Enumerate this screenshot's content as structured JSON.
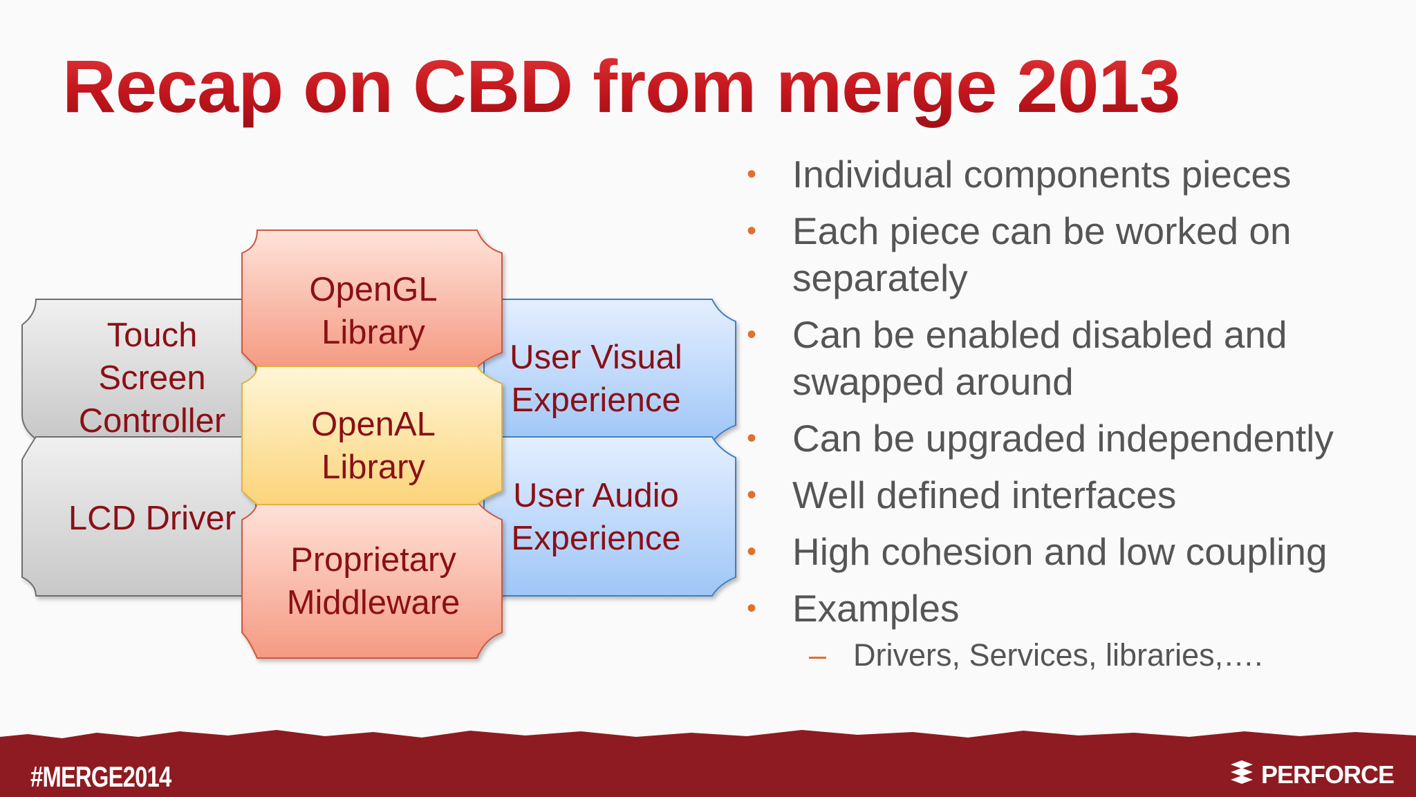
{
  "slide": {
    "title": "Recap on CBD from merge 2013"
  },
  "diagram": {
    "pieces": [
      {
        "id": "touch",
        "label": "Touch Screen Controller",
        "color": "gray"
      },
      {
        "id": "lcd",
        "label": "LCD Driver",
        "color": "gray"
      },
      {
        "id": "opengl",
        "label": "OpenGL Library",
        "color": "salmon"
      },
      {
        "id": "openal",
        "label": "OpenAL Library",
        "color": "yellow"
      },
      {
        "id": "middleware",
        "label": "Proprietary Middleware",
        "color": "salmon"
      },
      {
        "id": "visual",
        "label": "User Visual Experience",
        "color": "blue"
      },
      {
        "id": "audio",
        "label": "User Audio Experience",
        "color": "blue"
      }
    ],
    "labels": {
      "touch_l1": "Touch",
      "touch_l2": "Screen",
      "touch_l3": "Controller",
      "lcd": "LCD Driver",
      "opengl_l1": "OpenGL",
      "opengl_l2": "Library",
      "openal_l1": "OpenAL",
      "openal_l2": "Library",
      "middleware_l1": "Proprietary",
      "middleware_l2": "Middleware",
      "visual_l1": "User Visual",
      "visual_l2": "Experience",
      "audio_l1": "User Audio",
      "audio_l2": "Experience"
    }
  },
  "bullets": {
    "items": [
      {
        "line1": "Individual components pieces",
        "line2": ""
      },
      {
        "line1": "Each piece can be worked on",
        "line2": "separately"
      },
      {
        "line1": "Can be enabled disabled and",
        "line2": "swapped around"
      },
      {
        "line1": "Can be upgraded independently",
        "line2": ""
      },
      {
        "line1": "Well defined interfaces",
        "line2": ""
      },
      {
        "line1": "High cohesion and low coupling",
        "line2": ""
      },
      {
        "line1": "Examples",
        "line2": ""
      }
    ],
    "bullet_glyph": "•",
    "sub_glyph": "–",
    "sub_item": "Drivers, Services, libraries,…."
  },
  "footer": {
    "hashtag": "#MERGE2014",
    "logo_text": "PERFORCE",
    "logo_icon": "perforce-chevrons-icon"
  },
  "colors": {
    "title_red": "#c4161c",
    "label_red": "#8a1016",
    "bullet_orange": "#e0702e",
    "body_gray": "#555555",
    "footer_red": "#8e1b21"
  }
}
